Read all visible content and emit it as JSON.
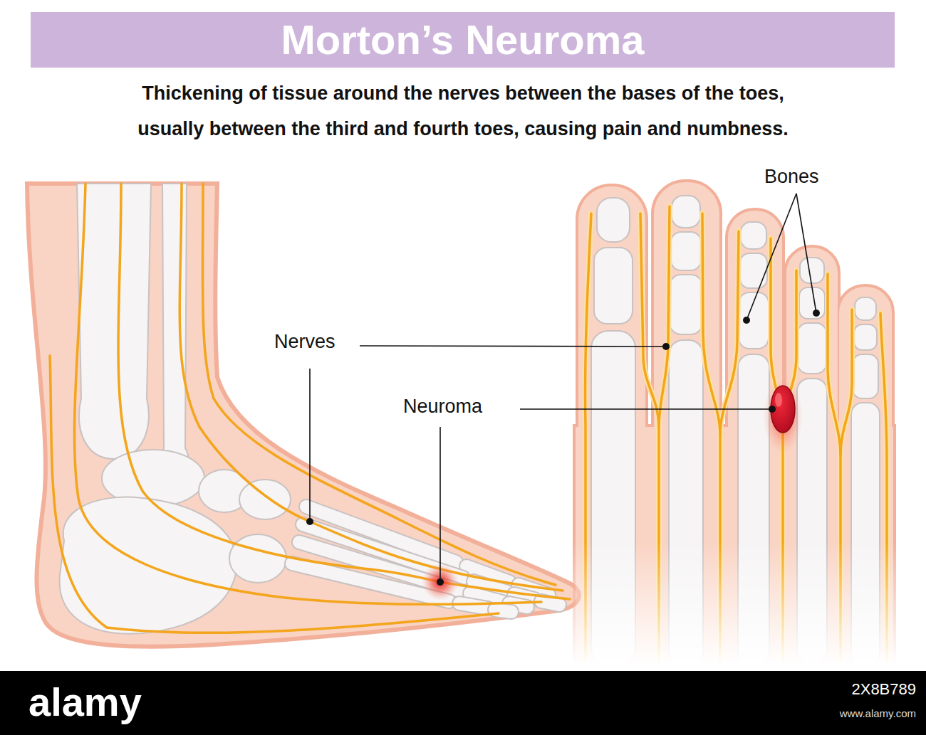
{
  "diagram": {
    "title": "Morton’s Neuroma",
    "caption": "Thickening of tissue around the nerves between the bases of the toes, usually between the third and fourth toes, causing pain and numbness.",
    "labels": [
      "Nerves",
      "Neuroma",
      "Bones",
      "alamy",
      "2X8B789",
      "www.alamy.com"
    ]
  }
}
